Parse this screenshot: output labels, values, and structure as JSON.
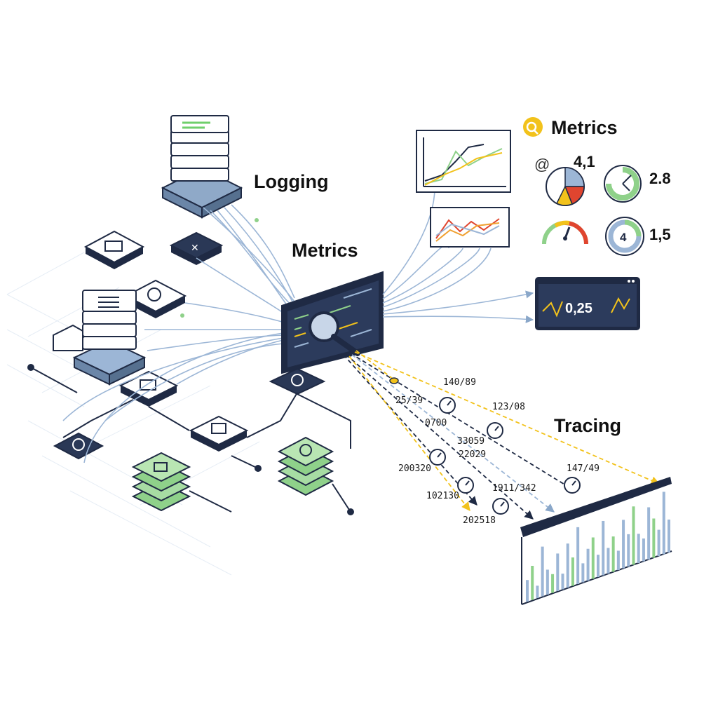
{
  "labels": {
    "logging": "Logging",
    "metrics_center": "Metrics",
    "metrics_panel": "Metrics",
    "tracing": "Tracing"
  },
  "metrics_panel": {
    "at_symbol": "@",
    "pie_value": "4,1",
    "clock_value": "2.8",
    "ring_inner": "4",
    "ring_value": "1,5"
  },
  "monitor": {
    "value": "0,25"
  },
  "trace_labels": [
    "140/89",
    "25/39",
    "123/08",
    "0700",
    "33059",
    "22029",
    "200320",
    "147/49",
    "102130",
    "1911/342",
    "202518"
  ],
  "colors": {
    "accent_yellow": "#f2c21b",
    "navy": "#1f2a44",
    "green": "#8fd18a",
    "blue_light": "#9cb6d6",
    "red": "#e0452f",
    "orange": "#f0a030"
  }
}
